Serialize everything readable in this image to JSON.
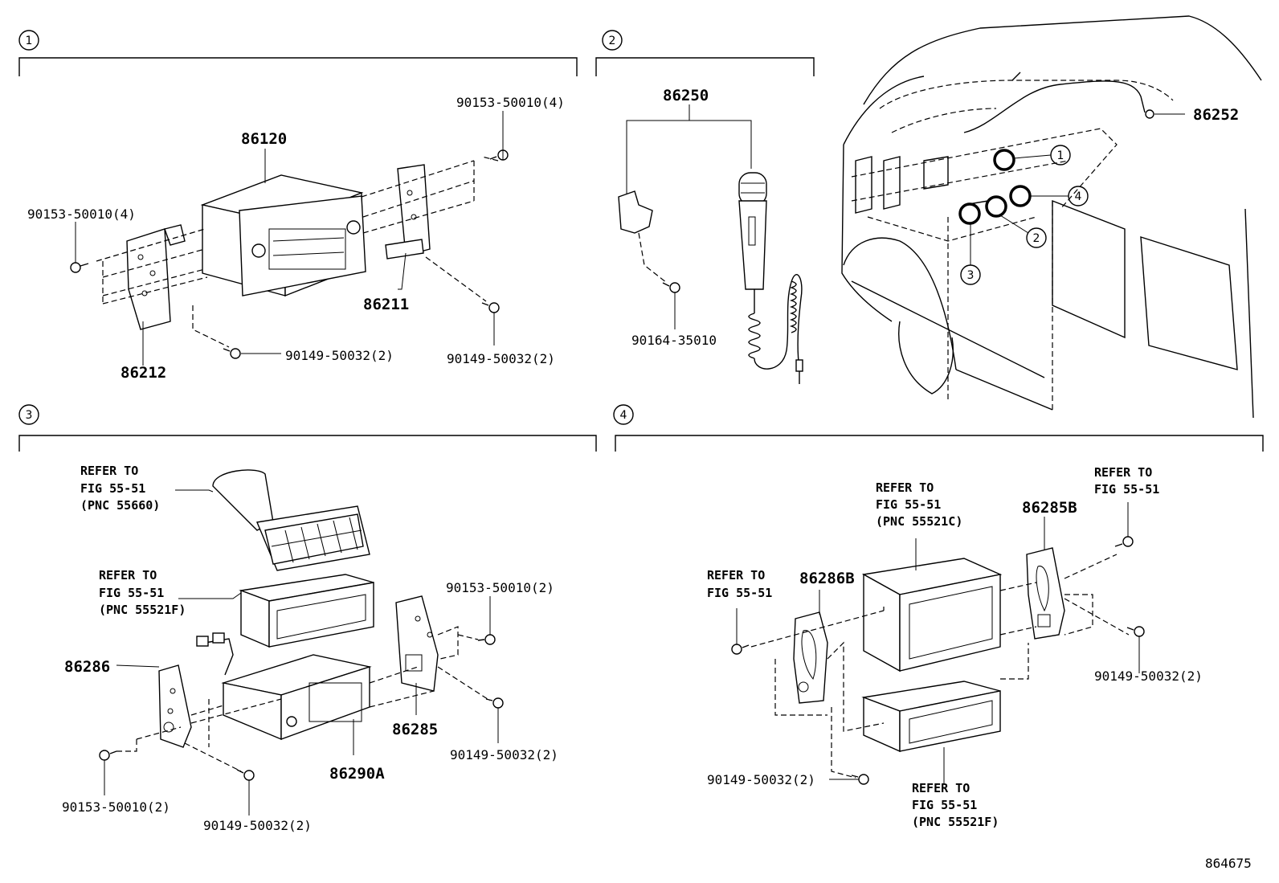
{
  "sections": [
    {
      "num": "1"
    },
    {
      "num": "2"
    },
    {
      "num": "3"
    },
    {
      "num": "4"
    }
  ],
  "sec1": {
    "p86120": "86120",
    "p86211": "86211",
    "p86212": "86212",
    "bolt_top_right": "90153-50010(4)",
    "bolt_left": "90153-50010(4)",
    "screw_bottom": "90149-50032(2)",
    "screw_right": "90149-50032(2)"
  },
  "sec2": {
    "p86250": "86250",
    "screw": "90164-35010",
    "p86252": "86252",
    "vehicle_callouts": [
      "1",
      "2",
      "3",
      "4"
    ]
  },
  "sec3": {
    "ref_vent": [
      "REFER TO",
      "FIG 55-51",
      "(PNC 55660)"
    ],
    "ref_pocket": [
      "REFER TO",
      "FIG 55-51",
      "(PNC 55521F)"
    ],
    "p86286": "86286",
    "p86285": "86285",
    "p86290A": "86290A",
    "bolt_right": "90153-50010(2)",
    "screw_right": "90149-50032(2)",
    "bolt_left": "90153-50010(2)",
    "screw_bottom": "90149-50032(2)"
  },
  "sec4": {
    "ref_upper": [
      "REFER TO",
      "FIG 55-51",
      "(PNC 55521C)"
    ],
    "ref_bolt_right": [
      "REFER TO",
      "FIG 55-51"
    ],
    "ref_bolt_left": [
      "REFER TO",
      "FIG 55-51"
    ],
    "ref_lower": [
      "REFER TO",
      "FIG 55-51",
      "(PNC 55521F)"
    ],
    "p86285B": "86285B",
    "p86286B": "86286B",
    "screw_right": "90149-50032(2)",
    "screw_bottom": "90149-50032(2)"
  },
  "figure_id": "864675"
}
